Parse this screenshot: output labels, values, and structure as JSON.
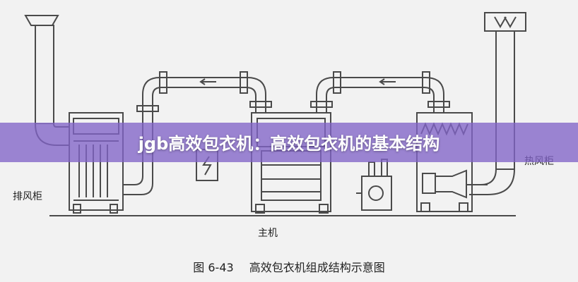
{
  "banner": {
    "title": "jgb高效包衣机：高效包衣机的基本结构"
  },
  "diagram": {
    "labels": {
      "exhaust_cabinet": "排风柜",
      "heat_cabinet": "热风柜",
      "main_unit": "主机"
    },
    "caption": {
      "number": "图 6-43",
      "text": "高效包衣机组成结构示意图"
    }
  },
  "colors": {
    "background": "#f2f2f2",
    "line": "#4a4a4a",
    "banner": "#8264c8",
    "banner_text": "#ffffff"
  }
}
